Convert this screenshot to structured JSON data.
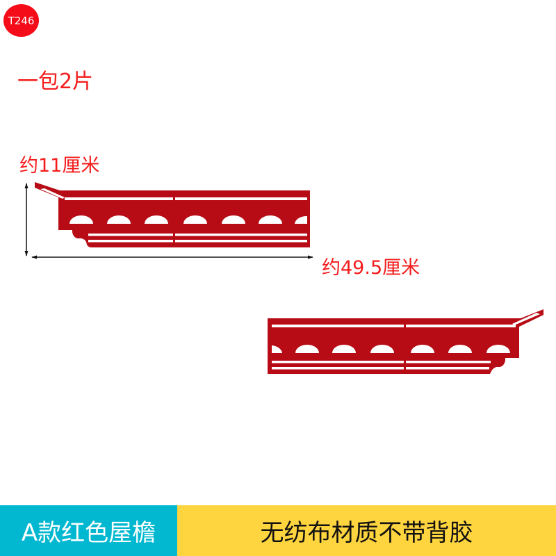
{
  "badge": {
    "code": "T246",
    "color": "#f50c19"
  },
  "pack_info": "一包2片",
  "dimensions": {
    "height_label": "约11厘米",
    "width_label": "约49.5厘米"
  },
  "product": {
    "shape_color": "#b70c16",
    "text_color": "#f41c1c",
    "pieces_shown": 2
  },
  "footer": {
    "left_label": "A款红色屋檐",
    "left_bg": "#02b8d0",
    "right_label": "无纺布材质不带背胶",
    "right_bg": "#fed43f"
  }
}
